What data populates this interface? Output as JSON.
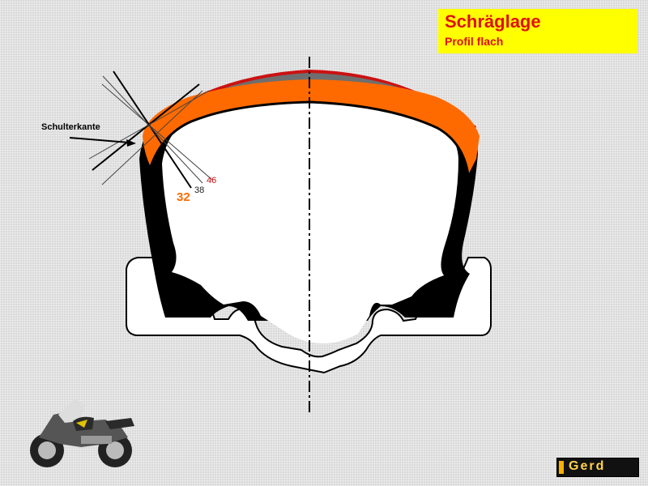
{
  "title": {
    "main": "Schräglage",
    "sub": "Profil flach"
  },
  "labels": {
    "shoulder_edge": "Schulterkante",
    "angle_32": "32",
    "angle_38": "38",
    "angle_46": "46"
  },
  "logo": {
    "text": "Gerd"
  },
  "colors": {
    "title_background": "#ffff00",
    "title_text": "#e01010",
    "tread_orange": "#ff6a00",
    "tread_grey": "#6e6e6e",
    "tread_red": "#cc1111",
    "carcass": "#000000"
  },
  "icons": [
    "motorcycle-icon",
    "logo-icon",
    "arrow-icon"
  ]
}
